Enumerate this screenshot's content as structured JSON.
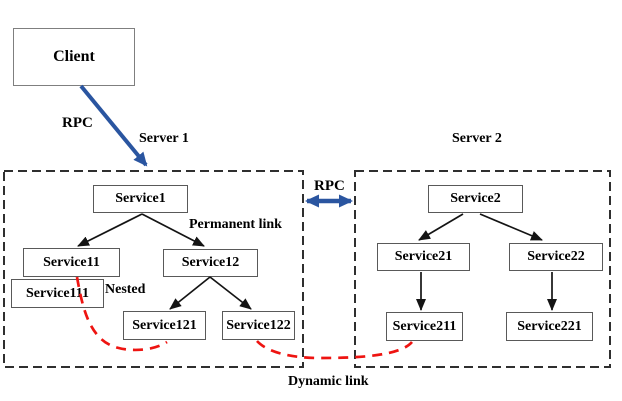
{
  "client": {
    "label": "Client"
  },
  "connections": {
    "client_rpc_label": "RPC",
    "server_rpc_label": "RPC",
    "permanent_link_label": "Permanent link",
    "nested_label": "Nested",
    "dynamic_link_label": "Dynamic link"
  },
  "server1": {
    "title": "Server 1",
    "services": {
      "s1": "Service1",
      "s11": "Service11",
      "s111": "Service111",
      "s12": "Service12",
      "s121": "Service121",
      "s122": "Service122"
    }
  },
  "server2": {
    "title": "Server 2",
    "services": {
      "s2": "Service2",
      "s21": "Service21",
      "s22": "Service22",
      "s211": "Service211",
      "s221": "Service221"
    }
  },
  "colors": {
    "rpc_arrow_blue": "#2a55a0",
    "dynamic_link_red": "#ee1411",
    "tree_arrow_black": "#141414",
    "server_boundary": "#2f2f2f"
  }
}
